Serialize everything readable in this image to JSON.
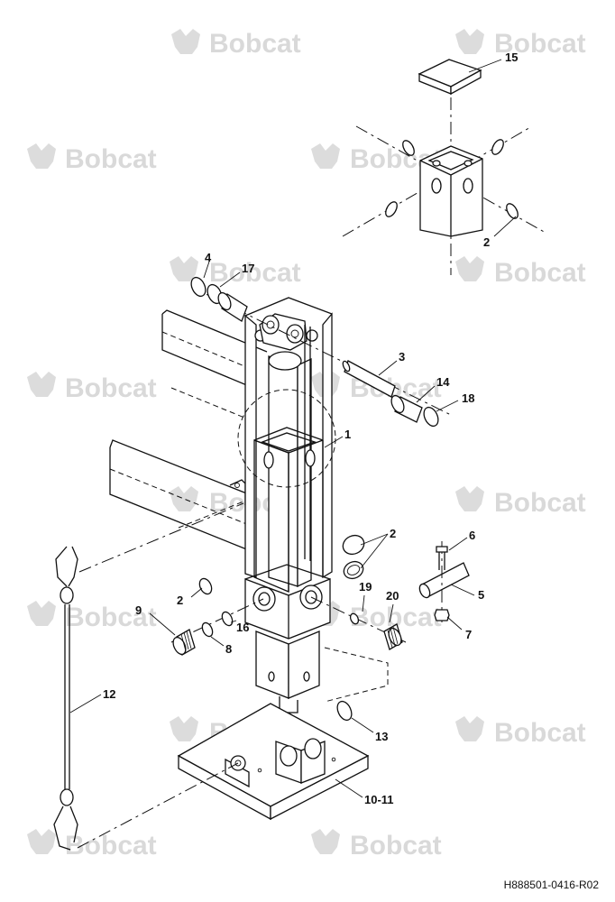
{
  "watermark": {
    "brand": "Bobcat",
    "color": "#d9d9d9"
  },
  "callouts": {
    "c1": "1",
    "c2a": "2",
    "c2b": "2",
    "c2c": "2",
    "c3": "3",
    "c4": "4",
    "c5": "5",
    "c6": "6",
    "c7": "7",
    "c8": "8",
    "c9": "9",
    "c10_11": "10-11",
    "c12": "12",
    "c13": "13",
    "c14": "14",
    "c15": "15",
    "c16": "16",
    "c17": "17",
    "c18": "18",
    "c19": "19",
    "c20": "20"
  },
  "drawing_number": "H888501-0416-R02",
  "line_color": "#111111"
}
